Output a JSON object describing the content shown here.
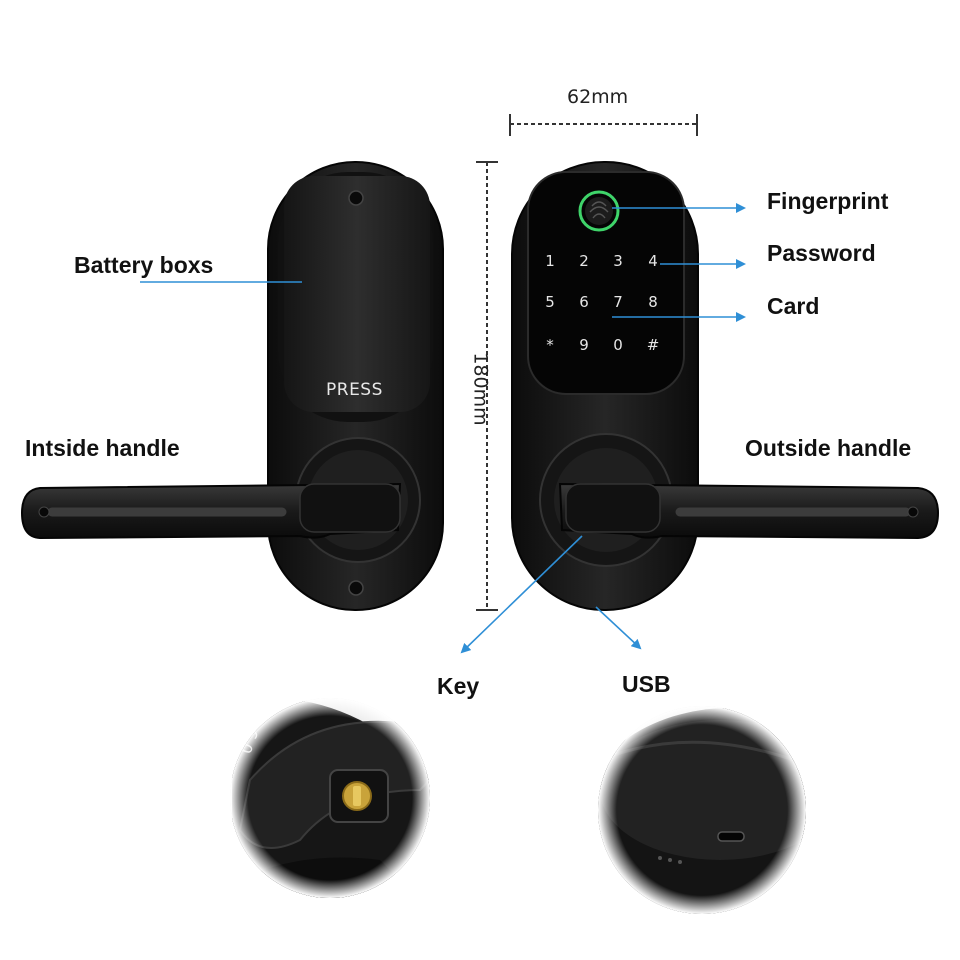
{
  "dimensions": {
    "width": "62mm",
    "height": "180mm"
  },
  "labels": {
    "fingerprint": "Fingerprint",
    "password": "Password",
    "card": "Card",
    "battery": "Battery boxs",
    "inside_handle": "Intside handle",
    "outside_handle": "Outside handle",
    "key": "Key",
    "usb": "USB"
  },
  "inside_panel": {
    "press_label": "PRESS"
  },
  "keypad": {
    "rows": [
      [
        "1",
        "2",
        "3",
        "4"
      ],
      [
        "5",
        "6",
        "7",
        "8"
      ],
      [
        "*",
        "9",
        "0",
        "#"
      ]
    ]
  },
  "colors": {
    "callout": "#2f8fd6",
    "fingerprint_ring": "#3fd46a",
    "lock_body": "#1a1a1a",
    "keypad_digit": "#e6e6e6"
  },
  "icons": [
    "fingerprint-icon",
    "usb-port-icon",
    "key-cylinder-icon"
  ]
}
